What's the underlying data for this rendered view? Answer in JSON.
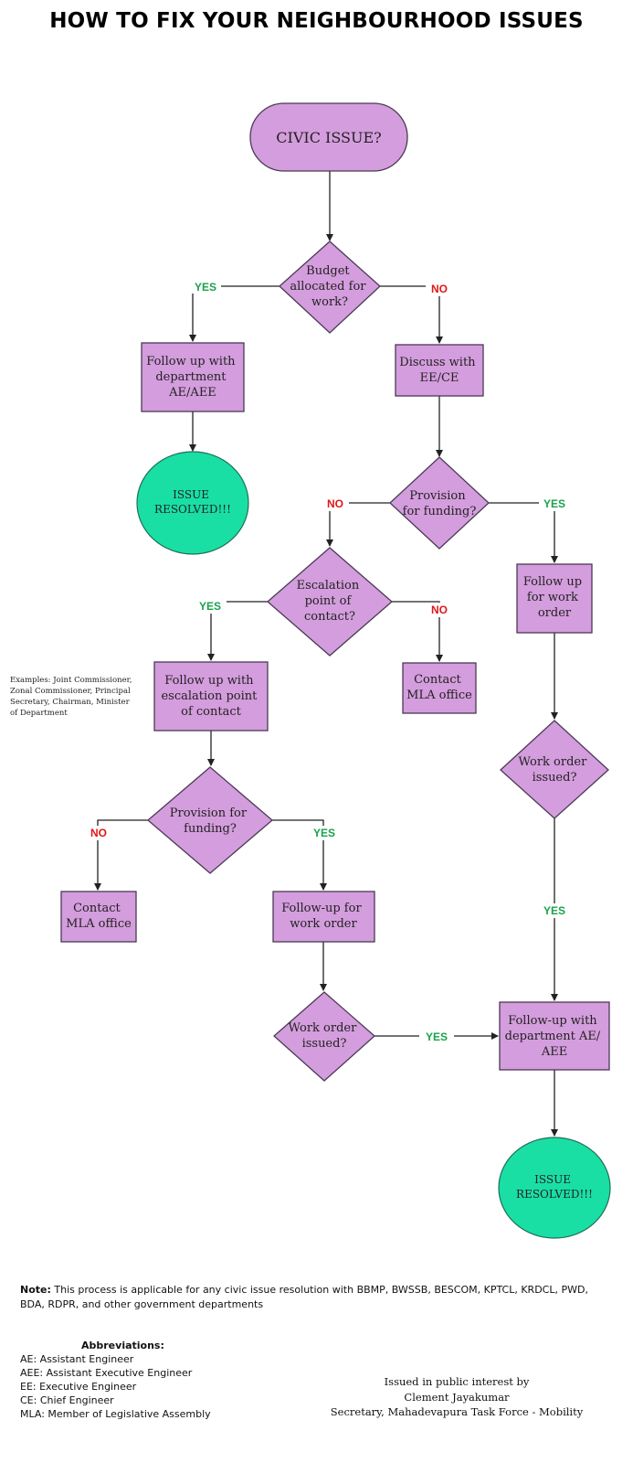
{
  "title": "HOW TO FIX YOUR NEIGHBOURHOOD ISSUES",
  "nodes": {
    "start": "CIVIC ISSUE?",
    "budget_q": [
      "Budget",
      "allocated for",
      "work?"
    ],
    "follow_ae": [
      "Follow up with",
      "department",
      "AE/AEE"
    ],
    "resolved_1": [
      "ISSUE",
      "RESOLVED!!!"
    ],
    "discuss_ee": [
      "Discuss with",
      "EE/CE"
    ],
    "provision_q1": [
      "Provision",
      "for funding?"
    ],
    "escalation_q": [
      "Escalation",
      "point of",
      "contact?"
    ],
    "follow_work_order_1": [
      "Follow up",
      "for work",
      "order"
    ],
    "follow_escalation": [
      "Follow up with",
      "escalation point",
      "of contact"
    ],
    "contact_mla_1": [
      "Contact",
      "MLA office"
    ],
    "work_order_q1": [
      "Work order",
      "issued?"
    ],
    "provision_q2": [
      "Provision for",
      "funding?"
    ],
    "contact_mla_2": [
      "Contact",
      "MLA office"
    ],
    "follow_work_order_2": [
      "Follow-up for",
      "work order"
    ],
    "work_order_q2": [
      "Work order",
      "issued?"
    ],
    "follow_ae_2": [
      "Follow-up with",
      "department AE/",
      "AEE"
    ],
    "resolved_2": [
      "ISSUE",
      "RESOLVED!!!"
    ]
  },
  "labels": {
    "yes": "YES",
    "no": "NO"
  },
  "side_note": [
    "Examples: Joint Commissioner,",
    "Zonal Commissioner, Principal",
    "Secretary, Chairman, Minister",
    "of Department"
  ],
  "note": {
    "label": "Note:",
    "text": " This process is applicable for any civic issue resolution with BBMP, BWSSB, BESCOM, KPTCL, KRDCL, PWD, BDA, RDPR, and other government departments"
  },
  "abbreviations": {
    "title": "Abbreviations:",
    "items": [
      "AE: Assistant Engineer",
      "AEE: Assistant Executive Engineer",
      "EE: Executive Engineer",
      "CE: Chief Engineer",
      "MLA: Member of Legislative Assembly"
    ]
  },
  "credit": [
    "Issued in public interest by",
    "Clement Jayakumar",
    "Secretary, Mahadevapura Task Force - Mobility"
  ],
  "colors": {
    "node_fill": "#d49ddd",
    "node_stroke": "#4a3a55",
    "resolved_fill": "#19dfa4",
    "yes": "#19a34a",
    "no": "#e01616"
  }
}
